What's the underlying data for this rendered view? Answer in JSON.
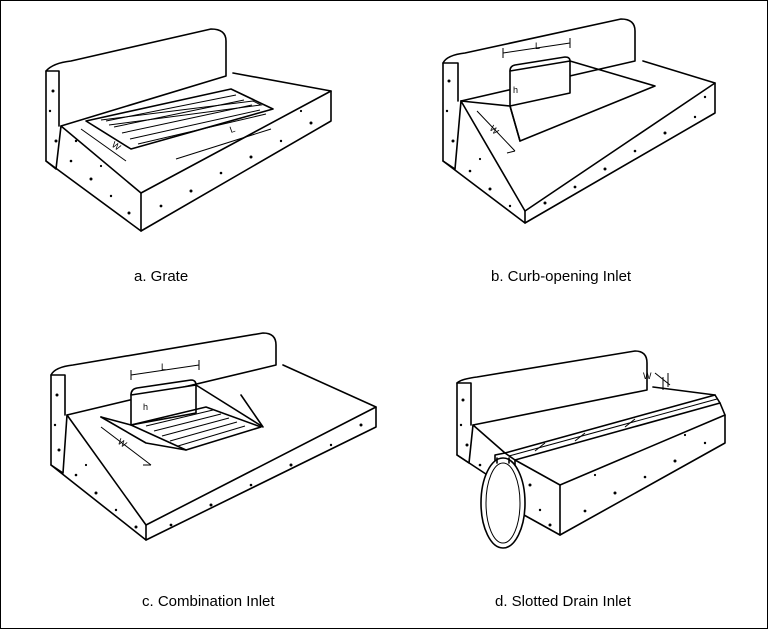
{
  "figure": {
    "panels": [
      {
        "caption": "a.  Grate",
        "dims": {
          "w": "W",
          "l": "L"
        }
      },
      {
        "caption": "b. Curb-opening Inlet",
        "dims": {
          "l": "L",
          "h": "h",
          "w": "W"
        }
      },
      {
        "caption": "c.  Combination Inlet",
        "dims": {
          "l": "L",
          "h": "h",
          "w": "W"
        }
      },
      {
        "caption": "d.  Slotted Drain Inlet",
        "dims": {
          "w": "W"
        }
      }
    ]
  }
}
